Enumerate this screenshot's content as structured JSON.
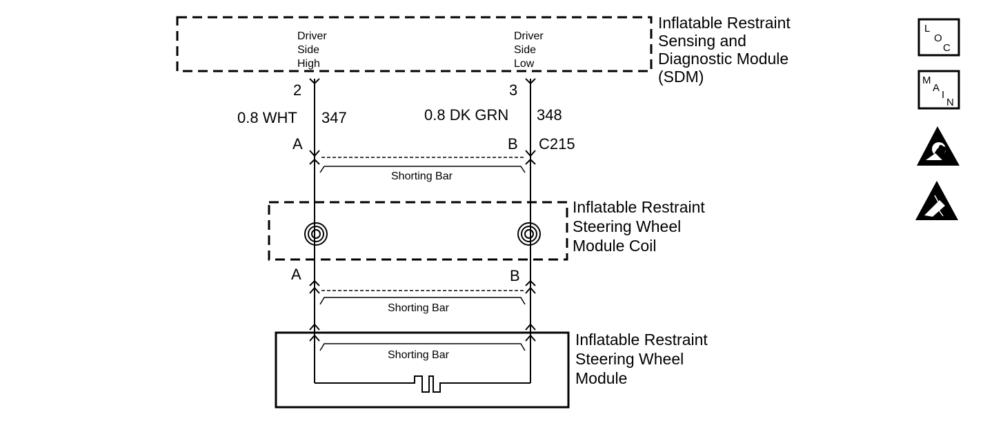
{
  "sdm": {
    "title_lines": [
      "Inflatable Restraint",
      "Sensing and",
      "Diagnostic Module",
      "(SDM)"
    ],
    "pin_high_lines": [
      "Driver",
      "Side",
      "High"
    ],
    "pin_low_lines": [
      "Driver",
      "Side",
      "Low"
    ],
    "pin_high_number": "2",
    "pin_low_number": "3"
  },
  "wires": {
    "left_gauge_color": "0.8 WHT",
    "left_circuit": "347",
    "right_gauge_color": "0.8 DK GRN",
    "right_circuit": "348"
  },
  "connector_c215": {
    "name": "C215",
    "pin_left": "A",
    "pin_right": "B",
    "shorting_bar": "Shorting Bar"
  },
  "coil": {
    "title_lines": [
      "Inflatable Restraint",
      "Steering Wheel",
      "Module Coil"
    ],
    "pin_left": "A",
    "pin_right": "B",
    "shorting_bar": "Shorting Bar"
  },
  "module": {
    "title_lines": [
      "Inflatable Restraint",
      "Steering Wheel",
      "Module"
    ],
    "shorting_bar": "Shorting Bar"
  },
  "icons": {
    "loc": {
      "l": "L",
      "o": "O",
      "c": "C"
    },
    "main": {
      "m": "M",
      "a": "A",
      "i": "I",
      "n": "N"
    },
    "airbag_warning": "airbag-warning-icon",
    "esd_warning": "esd-warning-icon"
  }
}
